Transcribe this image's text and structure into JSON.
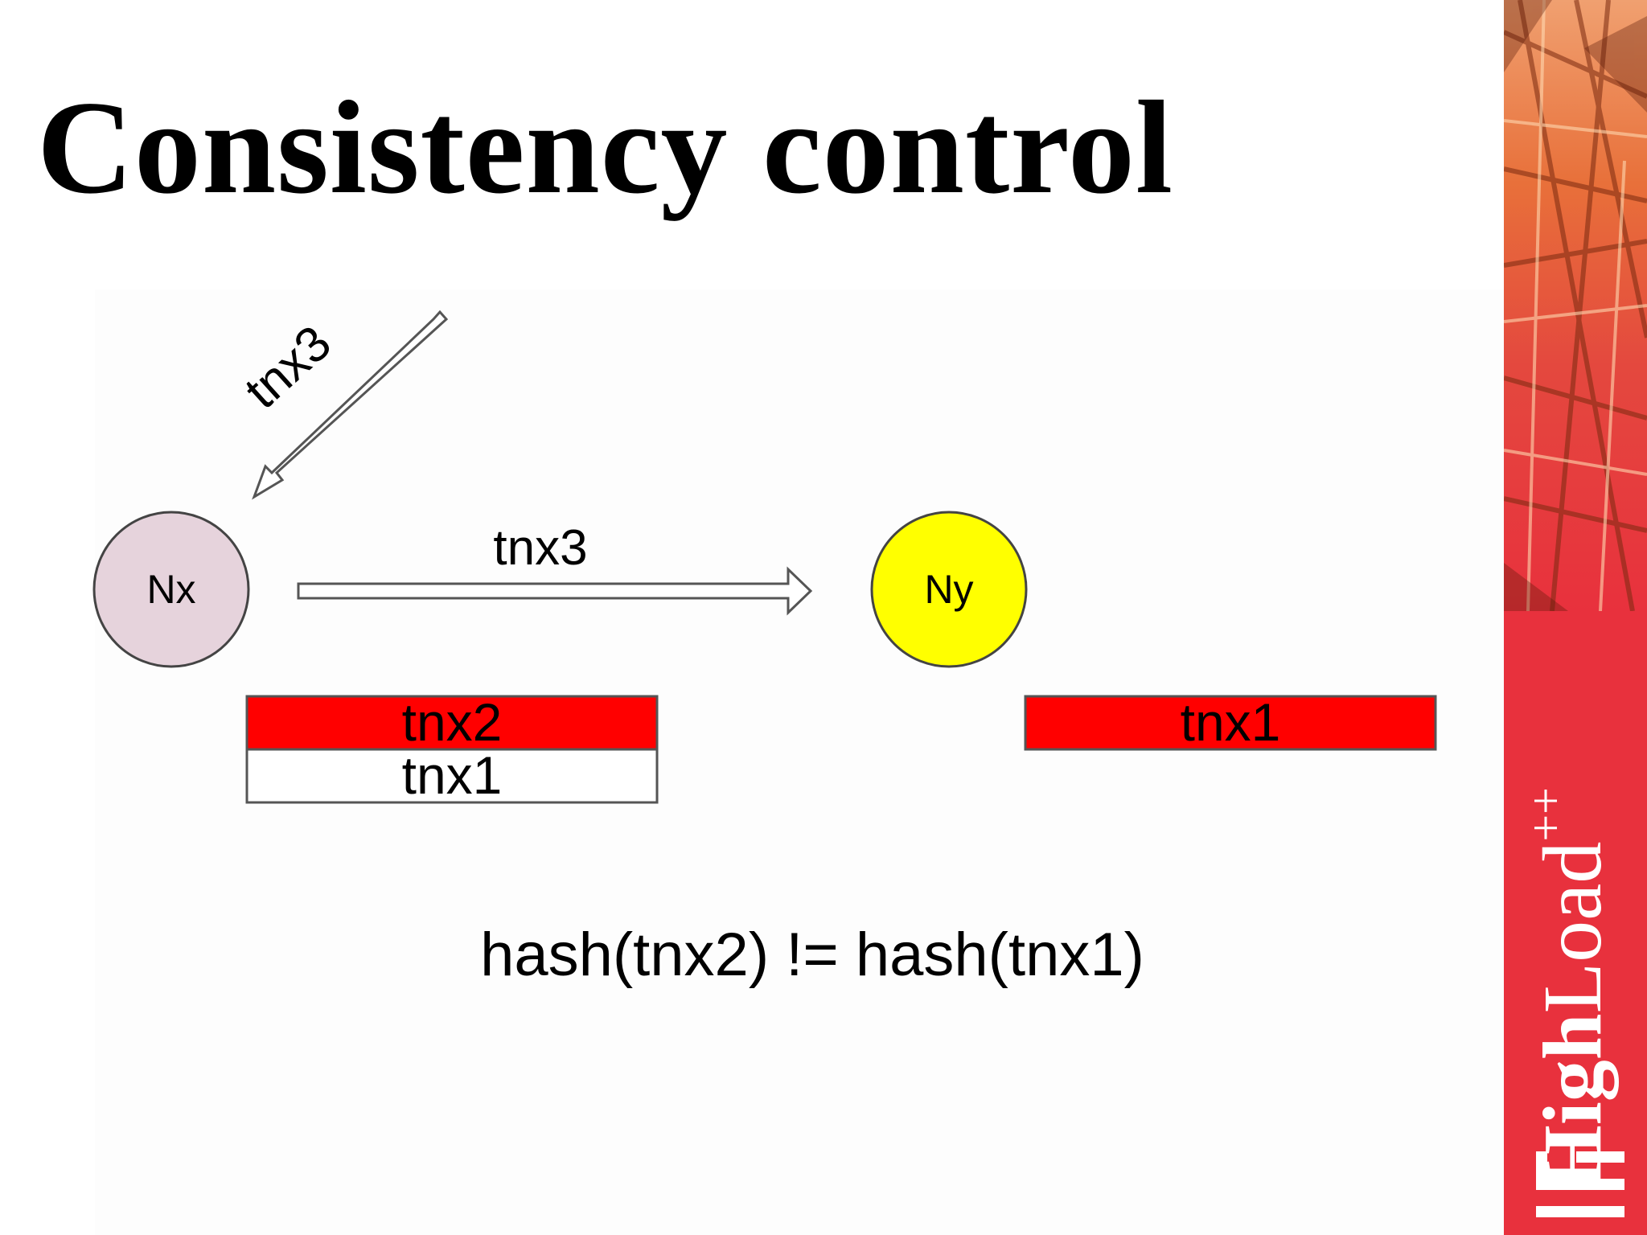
{
  "slide": {
    "title": "Consistency control",
    "formula": "hash(tnx2) != hash(tnx1)"
  },
  "diagram": {
    "incoming_arrow_label": "tnx3",
    "transfer_arrow_label": "tnx3",
    "node_x": {
      "label": "Nx",
      "fill": "#e6d3dc"
    },
    "node_y": {
      "label": "Ny",
      "fill": "#ffff00"
    },
    "node_x_log": [
      {
        "label": "tnx2",
        "fill": "#ff0000"
      },
      {
        "label": "tnx1",
        "fill": "#ffffff"
      }
    ],
    "node_y_log": [
      {
        "label": "tnx1",
        "fill": "#ff0000"
      }
    ]
  },
  "brand": {
    "name_bold": "High",
    "name_light": "Load",
    "superscript": "++",
    "accent": "#e8313d"
  }
}
